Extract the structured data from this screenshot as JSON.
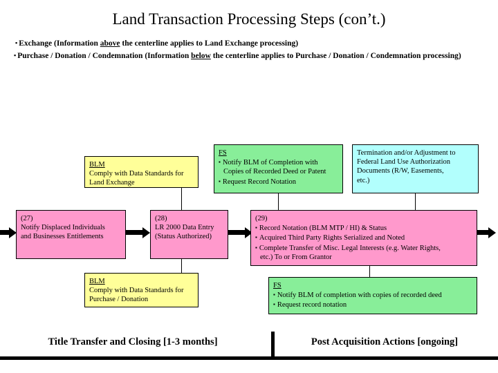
{
  "slide": {
    "title": "Land Transaction Processing Steps (con’t.)",
    "legend": [
      {
        "bullet": "▪",
        "pre": "Exchange (Information ",
        "emphasis": "above",
        "post": " the centerline applies to Land Exchange processing)"
      },
      {
        "bullet": "▪",
        "pre": "Purchase / Donation / Condemnation (Information ",
        "emphasis": "below",
        "post": " the centerline applies to Purchase / Donation / Condemnation processing)"
      }
    ]
  },
  "diagram": {
    "boxes": {
      "blm_exchange": {
        "color": "#ffff99",
        "header": "BLM",
        "lines": [
          "Comply with Data Standards for",
          "Land Exchange"
        ]
      },
      "fs_completion": {
        "color": "#88ee99",
        "header": "FS",
        "items": [
          {
            "bullet": "▪",
            "text": "Notify BLM of Completion with",
            "cont": "Copies of Recorded Deed or Patent"
          },
          {
            "bullet": "▪",
            "text": "Request Record Notation",
            "cont": ""
          }
        ]
      },
      "termination": {
        "color": "#b2fffd",
        "lines": [
          "Termination and/or Adjustment to",
          "Federal Land Use Authorization",
          "Documents (R/W, Easements,",
          "etc.)"
        ]
      },
      "step27": {
        "color": "#ff99cc",
        "number": "(27)",
        "lines": [
          "Notify Displaced Individuals",
          "and Businesses Entitlements"
        ]
      },
      "step28": {
        "color": "#ff99cc",
        "number": "(28)",
        "lines": [
          "LR 2000 Data Entry",
          "(Status Authorized)"
        ]
      },
      "step29": {
        "color": "#ff99cc",
        "number": "(29)",
        "items": [
          {
            "bullet": "▪",
            "text": "Record Notation (BLM MTP / HI) & Status",
            "cont": ""
          },
          {
            "bullet": "▪",
            "text": "Acquired Third Party Rights Serialized and Noted",
            "cont": ""
          },
          {
            "bullet": "▪",
            "text": "Complete Transfer of Misc. Legal Interests (e.g. Water Rights,",
            "cont": "etc.) To or From Grantor"
          }
        ]
      },
      "blm_purchase": {
        "color": "#ffff99",
        "header": "BLM",
        "lines": [
          "Comply with Data Standards for",
          "Purchase / Donation"
        ]
      },
      "fs_recorded": {
        "color": "#88ee99",
        "header": "FS",
        "items": [
          {
            "bullet": "▪",
            "text": "Notify BLM of completion with copies of recorded deed",
            "cont": ""
          },
          {
            "bullet": "▪",
            "text": "Request record notation",
            "cont": ""
          }
        ]
      }
    }
  },
  "footer": {
    "left_caption": "Title Transfer and Closing [1-3 months]",
    "right_caption": "Post Acquisition Actions [ongoing]"
  }
}
